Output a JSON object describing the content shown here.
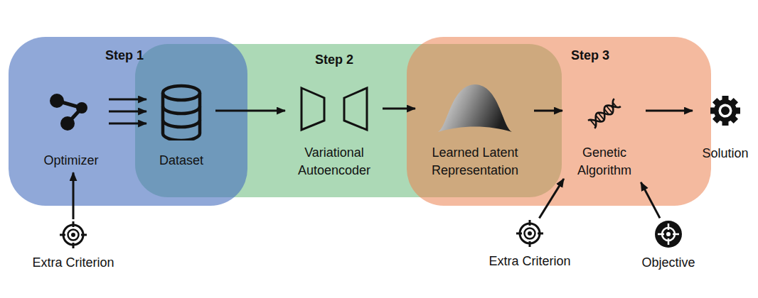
{
  "diagram": {
    "nodes": [
      {
        "text": [
          "Step 1"
        ]
      },
      {
        "text": [
          "Optimizer"
        ],
        "in": 0
      },
      {
        "text": [
          "Dataset"
        ],
        "in": 0
      },
      {
        "text": [
          "Step 2"
        ]
      },
      {
        "text": [
          "Variational Autoencoder"
        ],
        "in": 3
      },
      {
        "text": [
          "Step 3"
        ]
      },
      {
        "text": [
          "Learned Latent Representation"
        ],
        "in": 5
      },
      {
        "text": [
          "Genetic Algorithm"
        ],
        "in": 5
      },
      {
        "text": [
          "Solution"
        ]
      },
      {
        "text": [
          "Extra Criterion"
        ]
      },
      {
        "text": [
          "Extra Criterion"
        ]
      },
      {
        "text": [
          "Objective"
        ]
      }
    ],
    "edges": [
      {
        "from": 1,
        "to": 2,
        "arrow": "to"
      },
      {
        "from": 1,
        "to": 2,
        "arrow": "to"
      },
      {
        "from": 1,
        "to": 2,
        "arrow": "to"
      },
      {
        "from": 2,
        "to": 4,
        "arrow": "to"
      },
      {
        "from": 4,
        "to": 6,
        "arrow": "to"
      },
      {
        "from": 6,
        "to": 7,
        "arrow": "to"
      },
      {
        "from": 7,
        "to": 8,
        "arrow": "to"
      },
      {
        "from": 9,
        "to": 1,
        "arrow": "to"
      },
      {
        "from": 10,
        "to": 7,
        "arrow": "to"
      },
      {
        "from": 11,
        "to": 7,
        "arrow": "to"
      }
    ]
  }
}
